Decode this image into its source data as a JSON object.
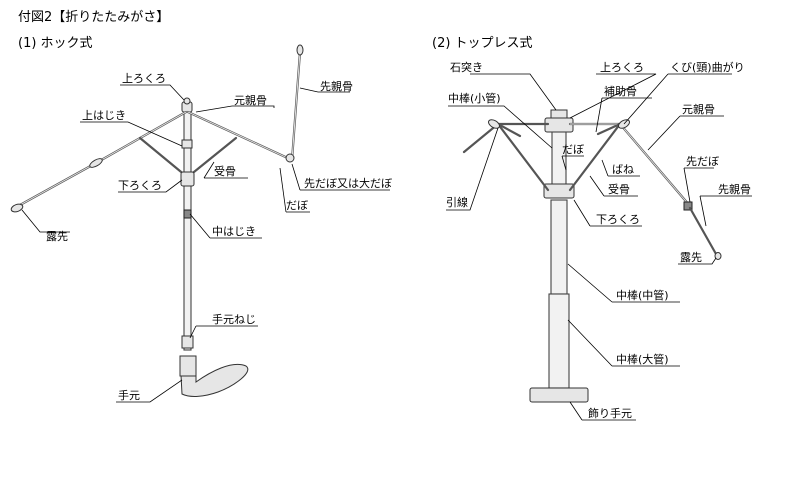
{
  "title": "付図2【折りたたみがさ】",
  "section1": {
    "heading": "(1)  ホック式",
    "labels": {
      "upper_runner": "上ろくろ",
      "main_rib": "元親骨",
      "tip_rib": "先親骨",
      "upper_spring": "上はじき",
      "stretcher": "受骨",
      "lower_runner": "下ろくろ",
      "tip_dabo": "先だぼ又は大だぼ",
      "dabo": "だぼ",
      "middle_spring": "中はじき",
      "tip": "露先",
      "handle_screw": "手元ねじ",
      "handle": "手元"
    }
  },
  "section2": {
    "heading": "(2)  トップレス式",
    "labels": {
      "stone_cap": "石突き",
      "upper_runner": "上ろくろ",
      "neck_bend": "くび(頸)曲がり",
      "middle_shaft_small": "中棒(小管)",
      "support_rib": "補助骨",
      "main_rib": "元親骨",
      "dabo": "だぼ",
      "bane": "ばね",
      "tip_dabo": "先だぼ",
      "draw_wire": "引線",
      "stretcher": "受骨",
      "tip_rib": "先親骨",
      "lower_runner": "下ろくろ",
      "tip": "露先",
      "middle_shaft_mid": "中棒(中管)",
      "middle_shaft_large": "中棒(大管)",
      "decor_handle": "飾り手元"
    }
  }
}
